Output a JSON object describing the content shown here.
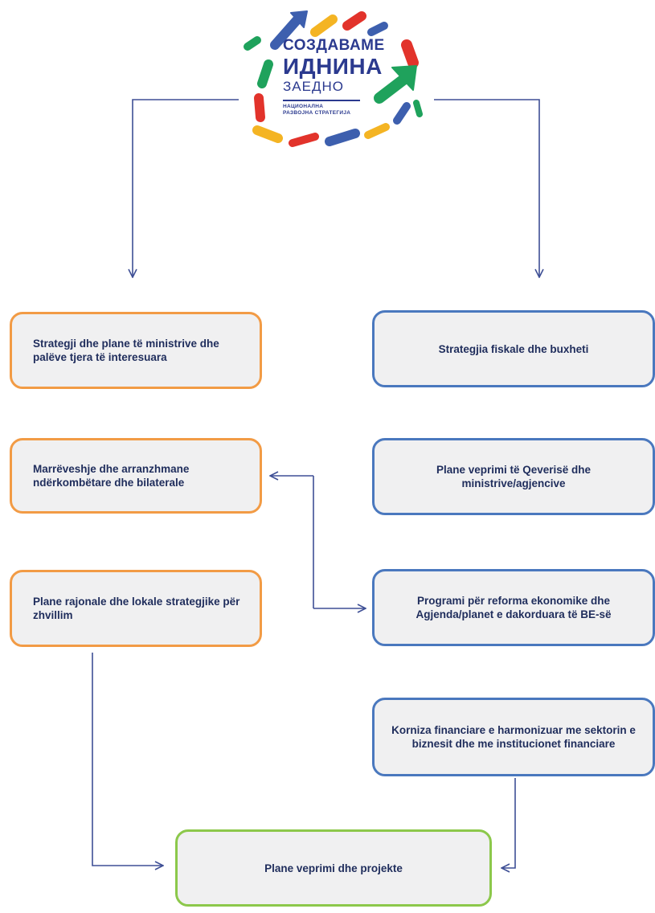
{
  "logo": {
    "line1": "СОЗДАВАМЕ",
    "line2": "ИДНИНА",
    "line3": "ЗАЕДНО",
    "subtitle_line1": "НАЦИОНАЛНА",
    "subtitle_line2": "РАЗВОЈНА СТРАТЕГИЈА",
    "colors": {
      "blue": "#3d5fae",
      "green": "#1fa25c",
      "red": "#e2332b",
      "yellow": "#f4b423",
      "navy": "#2b3a8f"
    }
  },
  "boxes": {
    "ministries_strategies": "Strategji dhe plane të ministrive dhe palëve tjera të interesuara",
    "international_agreements": "Marrëveshje dhe arranzhmane ndërkombëtare dhe bilaterale",
    "regional_plans": "Plane rajonale dhe lokale strategjike për zhvillim",
    "fiscal_strategy": "Strategjia fiskale dhe buxheti",
    "government_action_plans": "Plane veprimi të Qeverisë dhe ministrive/agjencive",
    "economic_reform_program": "Programi për reforma ekonomike dhe Agjenda/planet e dakorduara të BE-së",
    "financial_framework": "Korniza financiare e harmonizuar me sektorin e biznesit dhe me institucionet financiare",
    "action_plans_projects": "Plane veprimi dhe projekte"
  },
  "colors": {
    "orange_border": "#f29b45",
    "blue_border": "#4a78be",
    "green_border": "#8cc84b",
    "box_fill": "#f0f0f1",
    "text": "#1f2d5c",
    "connector": "#3e4f95"
  }
}
